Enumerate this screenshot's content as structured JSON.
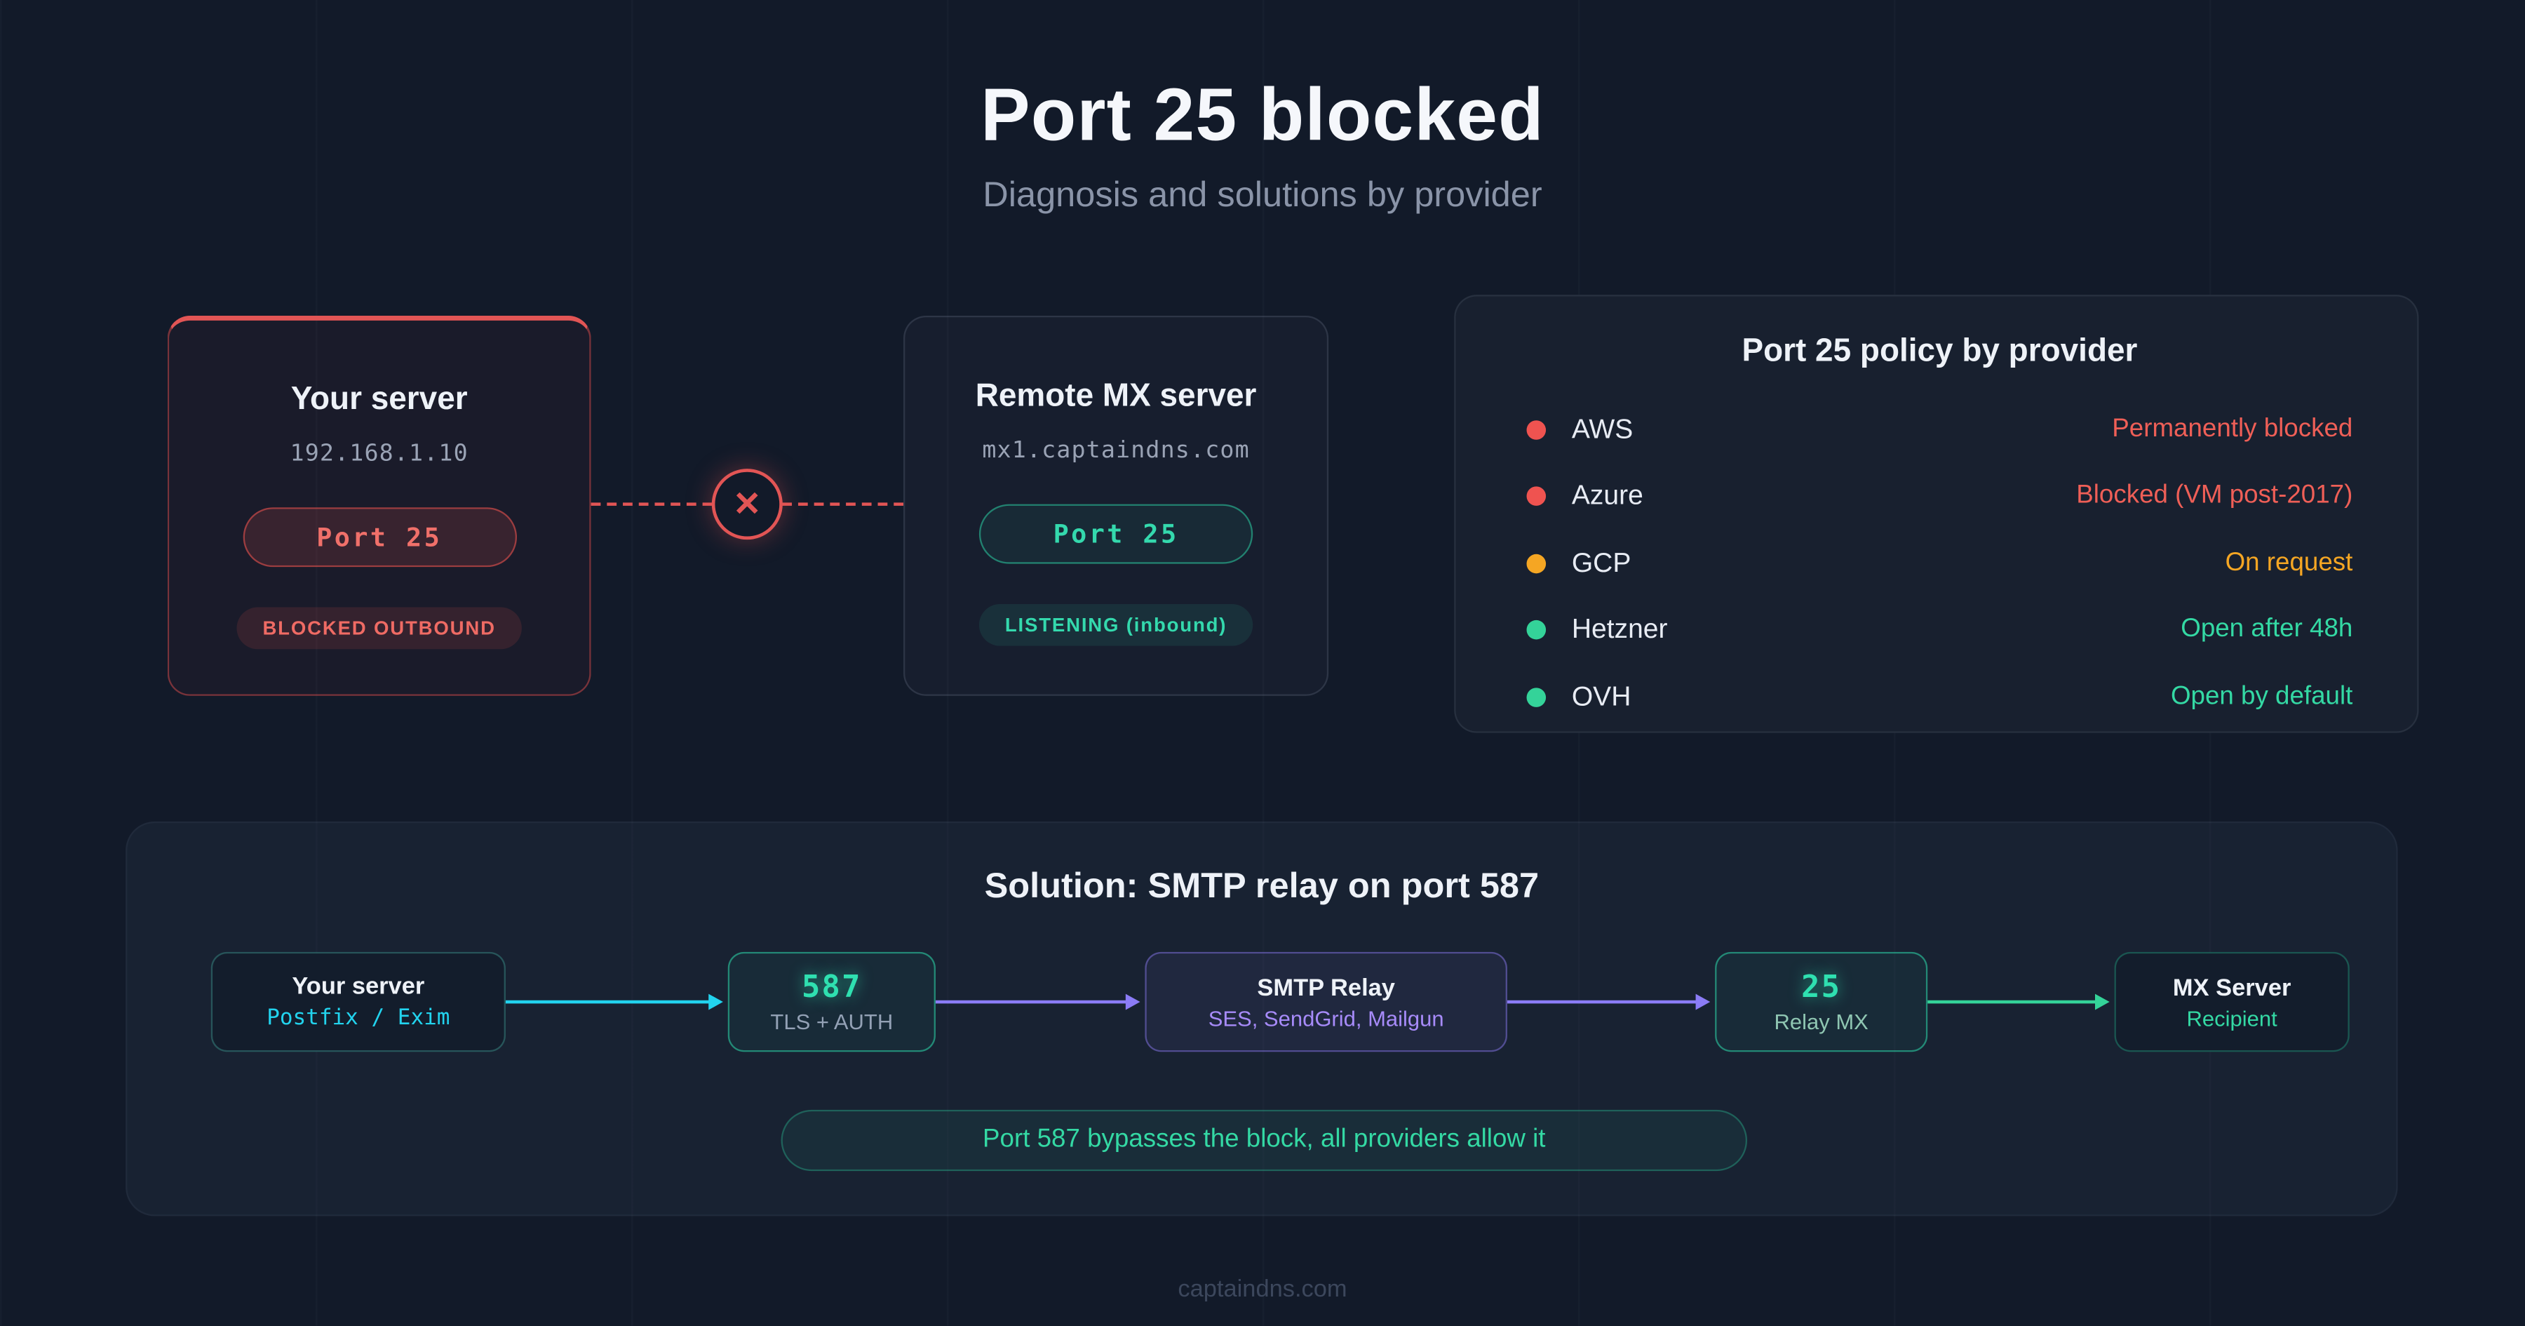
{
  "page": {
    "title": "Port 25 blocked",
    "subtitle": "Diagnosis and solutions by provider",
    "footer": "captaindns.com"
  },
  "icons": {
    "blocked_x": "✕"
  },
  "colors": {
    "background": "#121a29",
    "red": "#ef5350",
    "teal": "#2ed9a9",
    "cyan": "#22d3ee",
    "purple": "#a78bfa",
    "orange": "#f5a623"
  },
  "your_server": {
    "title": "Your server",
    "ip": "192.168.1.10",
    "port_badge": "Port 25",
    "status_badge": "BLOCKED OUTBOUND"
  },
  "remote_server": {
    "title": "Remote MX server",
    "host": "mx1.captaindns.com",
    "port_badge": "Port 25",
    "status_badge": "LISTENING (inbound)"
  },
  "policy": {
    "title": "Port 25 policy by provider",
    "rows": [
      {
        "provider": "AWS",
        "status": "Permanently blocked",
        "level": "blocked"
      },
      {
        "provider": "Azure",
        "status": "Blocked (VM post-2017)",
        "level": "blocked"
      },
      {
        "provider": "GCP",
        "status": "On request",
        "level": "request"
      },
      {
        "provider": "Hetzner",
        "status": "Open after 48h",
        "level": "open"
      },
      {
        "provider": "OVH",
        "status": "Open by default",
        "level": "open"
      }
    ]
  },
  "solution": {
    "title": "Solution: SMTP relay on port 587",
    "nodes": [
      {
        "label": "Your server",
        "sublabel": "Postfix / Exim"
      },
      {
        "label": "587",
        "sublabel": "TLS + AUTH"
      },
      {
        "label": "SMTP Relay",
        "sublabel": "SES, SendGrid, Mailgun"
      },
      {
        "label": "25",
        "sublabel": "Relay MX"
      },
      {
        "label": "MX Server",
        "sublabel": "Recipient"
      }
    ],
    "note": "Port 587 bypasses the block, all providers allow it"
  }
}
